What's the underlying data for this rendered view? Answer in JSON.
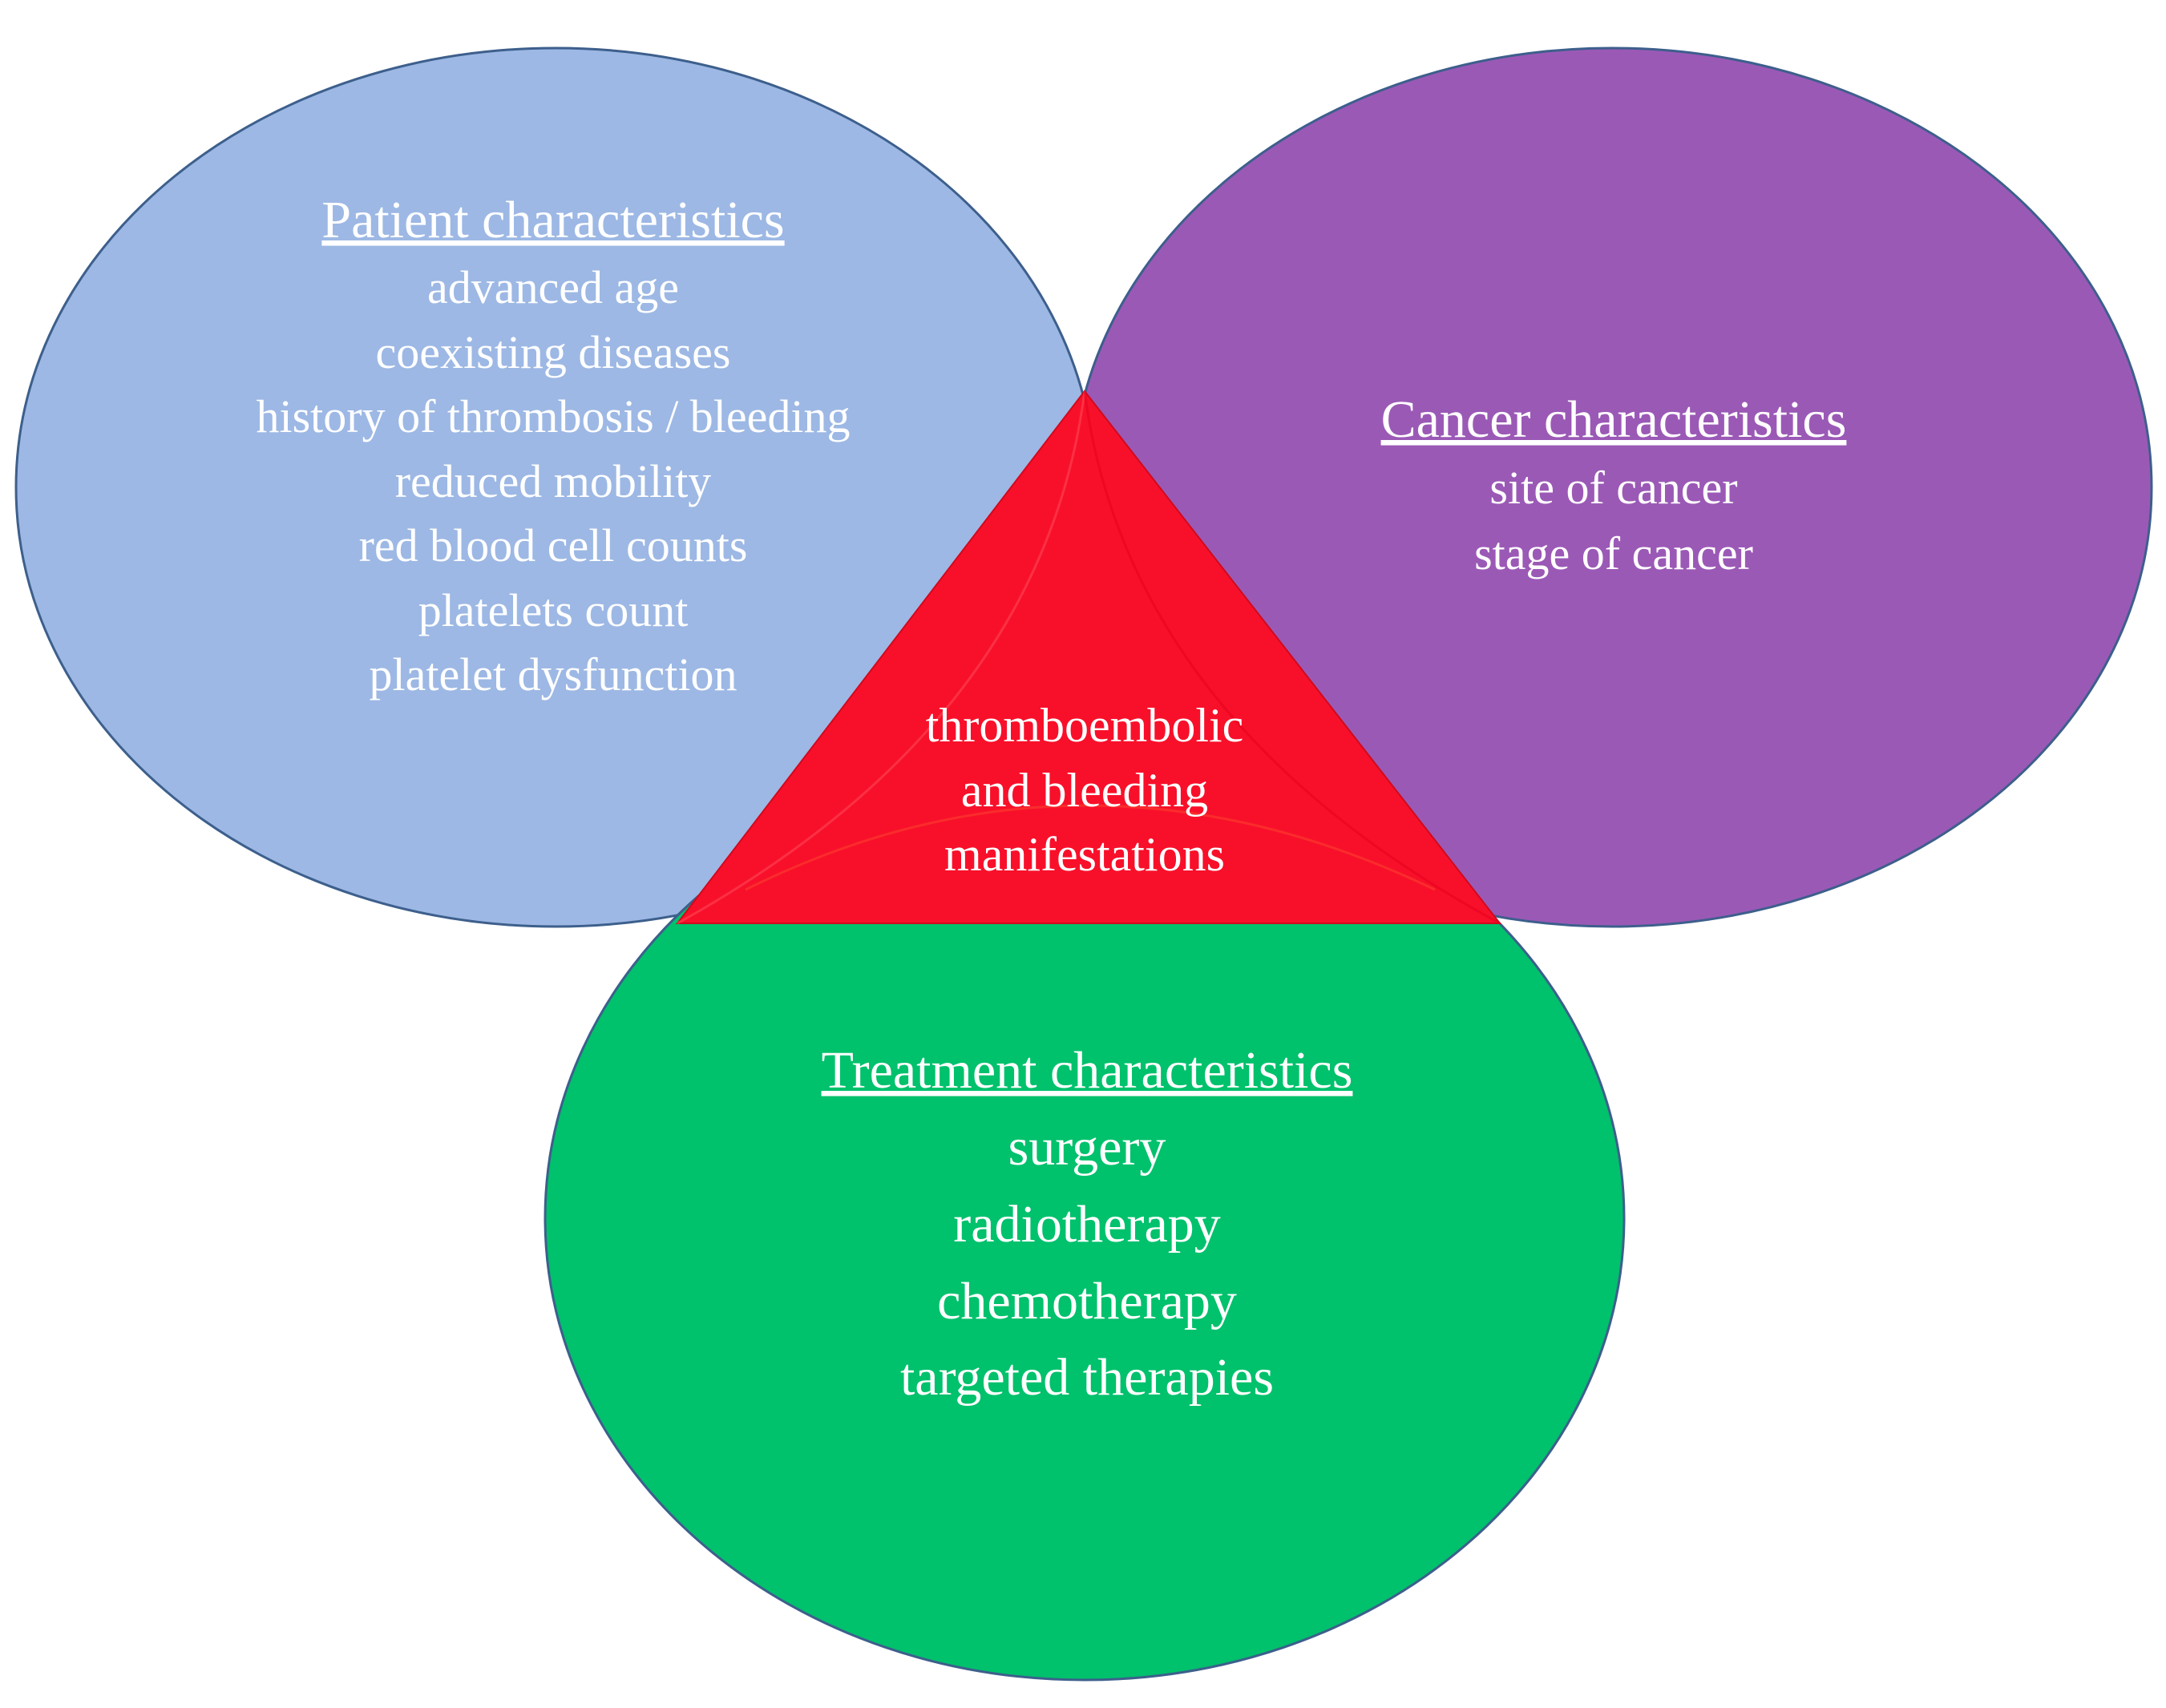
{
  "colors": {
    "patient_fill": "#9db8e4",
    "cancer_fill": "#9b59b6",
    "treatment_fill": "#00c16c",
    "center_fill": "#f8102a",
    "outline": "#3d5f8c",
    "text": "#ffffff"
  },
  "patient": {
    "heading": "Patient characteristics",
    "items": [
      "advanced age",
      "coexisting diseases",
      "history of thrombosis / bleeding",
      "reduced mobility",
      "red blood cell counts",
      "platelets count",
      "platelet dysfunction"
    ]
  },
  "cancer": {
    "heading": "Cancer characteristics",
    "items": [
      "site of cancer",
      "stage of cancer"
    ]
  },
  "treatment": {
    "heading": "Treatment characteristics",
    "items": [
      "surgery",
      "radiotherapy",
      "chemotherapy",
      "targeted therapies"
    ]
  },
  "center": {
    "lines": [
      "thromboembolic",
      "and bleeding",
      "manifestations"
    ]
  }
}
